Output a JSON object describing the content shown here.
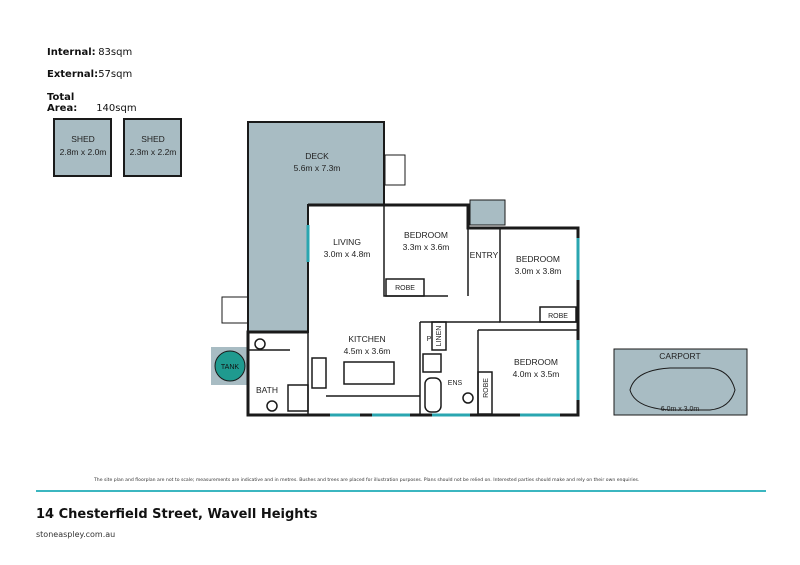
{
  "areas": [
    {
      "label": "Internal:",
      "value": "83sqm"
    },
    {
      "label": "External:",
      "value": "57sqm"
    },
    {
      "label": "Total Area:",
      "value": "140sqm"
    }
  ],
  "rooms": {
    "shed1": {
      "name": "SHED",
      "size": "2.8m x 2.0m"
    },
    "shed2": {
      "name": "SHED",
      "size": "2.3m x 2.2m"
    },
    "deck": {
      "name": "DECK",
      "size": "5.6m x 7.3m"
    },
    "living": {
      "name": "LIVING",
      "size": "3.0m x 4.8m"
    },
    "bedroom1": {
      "name": "BEDROOM",
      "size": "3.3m x 3.6m"
    },
    "bedroom2": {
      "name": "BEDROOM",
      "size": "3.0m x 3.8m"
    },
    "bedroom3": {
      "name": "BEDROOM",
      "size": "4.0m x 3.5m"
    },
    "kitchen": {
      "name": "KITCHEN",
      "size": "4.5m x 3.6m"
    },
    "entry": "ENTRY",
    "robe1": "ROBE",
    "robe2": "ROBE",
    "robe3": "ROBE",
    "linen": "LINEN",
    "pantry": "P",
    "ens": "ENS",
    "bath": "BATH",
    "tank": "TANK",
    "carport": {
      "name": "CARPORT",
      "size": "6.0m x 3.0m"
    }
  },
  "colors": {
    "fill": "#a8bcc3",
    "wall": "#1a1a1a",
    "window": "#2aa6b0",
    "tank": "#1f9a8f",
    "rule": "#3bb6c0"
  },
  "footer": {
    "disclaimer": "The site plan and floorplan are not to scale; measurements are indicative and in metres. Bushes and trees are placed for illustration purposes. Plans should not be relied on. Interested parties should make and rely on their own enquiries.",
    "address": "14 Chesterfield Street, Wavell Heights",
    "website": "stoneaspley.com.au"
  }
}
